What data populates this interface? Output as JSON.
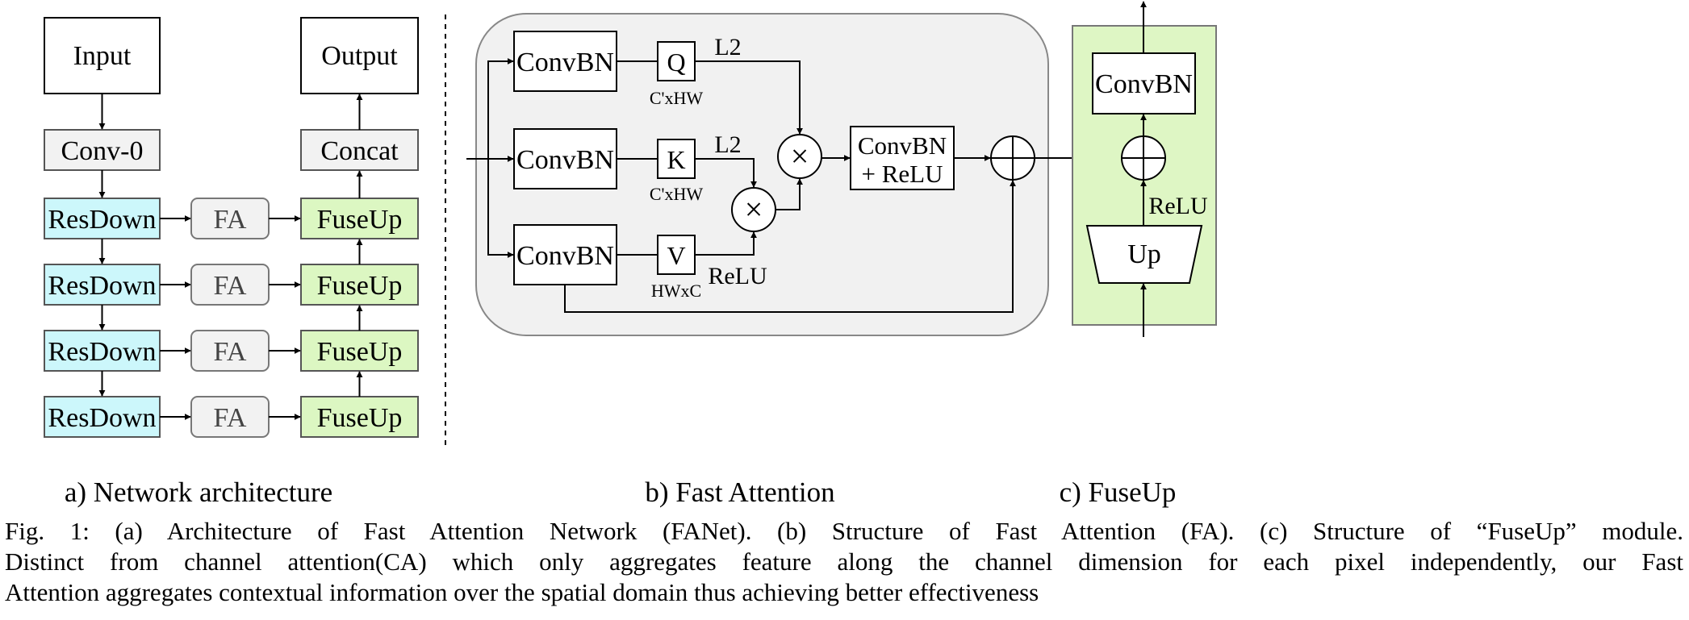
{
  "panel_a": {
    "input": "Input",
    "output": "Output",
    "conv0": "Conv-0",
    "concat": "Concat",
    "resdown": [
      "ResDown",
      "ResDown",
      "ResDown",
      "ResDown"
    ],
    "fa": [
      "FA",
      "FA",
      "FA",
      "FA"
    ],
    "fuseup": [
      "FuseUp",
      "FuseUp",
      "FuseUp",
      "FuseUp"
    ],
    "label": "a) Network architecture"
  },
  "panel_b": {
    "convbn": [
      "ConvBN",
      "ConvBN",
      "ConvBN"
    ],
    "q": "Q",
    "k": "K",
    "v": "V",
    "q_l2": "L2",
    "k_l2": "L2",
    "v_relu": "ReLU",
    "q_dim": "C'xHW",
    "k_dim": "C'xHW",
    "v_dim": "HWxC",
    "multiply": "×",
    "convbn_relu_1": "ConvBN",
    "convbn_relu_2": "+ ReLU",
    "label": "b) Fast Attention"
  },
  "panel_c": {
    "convbn": "ConvBN",
    "relu": "ReLU",
    "up": "Up",
    "label": "c) FuseUp"
  },
  "colors": {
    "resdown_fill": "#ccf7fb",
    "fuseup_fill": "#dcf7c2",
    "gray_fill": "#f2f2f2",
    "fa_bg": "#f1f1f1",
    "fuseup_bg": "#def6c4"
  },
  "caption": {
    "line1": "Fig. 1: (a) Architecture of Fast Attention Network (FANet). (b) Structure of Fast Attention (FA). (c) Structure of “FuseUp” module.",
    "line2": "Distinct from channel attention(CA) which only aggregates feature along the channel dimension for each pixel independently, our Fast",
    "line3": "Attention aggregates contextual information over the spatial domain thus achieving better effectiveness"
  }
}
